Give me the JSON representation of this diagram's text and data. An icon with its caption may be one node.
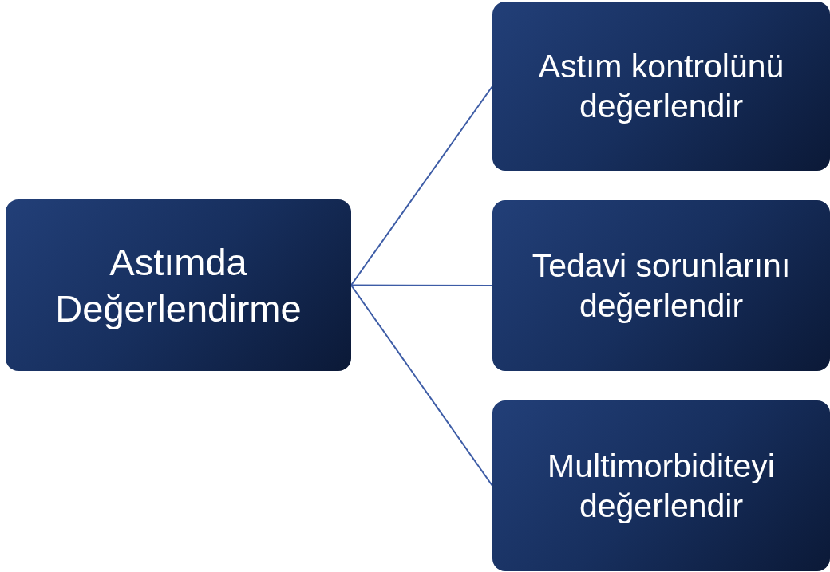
{
  "diagram": {
    "nodes": [
      {
        "text": [
          "Astımda Değerlendirme"
        ]
      },
      {
        "text": [
          "Astım kontrolünü değerlendir"
        ]
      },
      {
        "text": [
          "Tedavi sorunlarını değerlendir"
        ]
      },
      {
        "text": [
          "Multimorbiditeyi değerlendir"
        ]
      }
    ],
    "edges": [
      {
        "from": 0,
        "to": 1,
        "arrow": "none"
      },
      {
        "from": 0,
        "to": 2,
        "arrow": "none"
      },
      {
        "from": 0,
        "to": 3,
        "arrow": "none"
      }
    ]
  }
}
